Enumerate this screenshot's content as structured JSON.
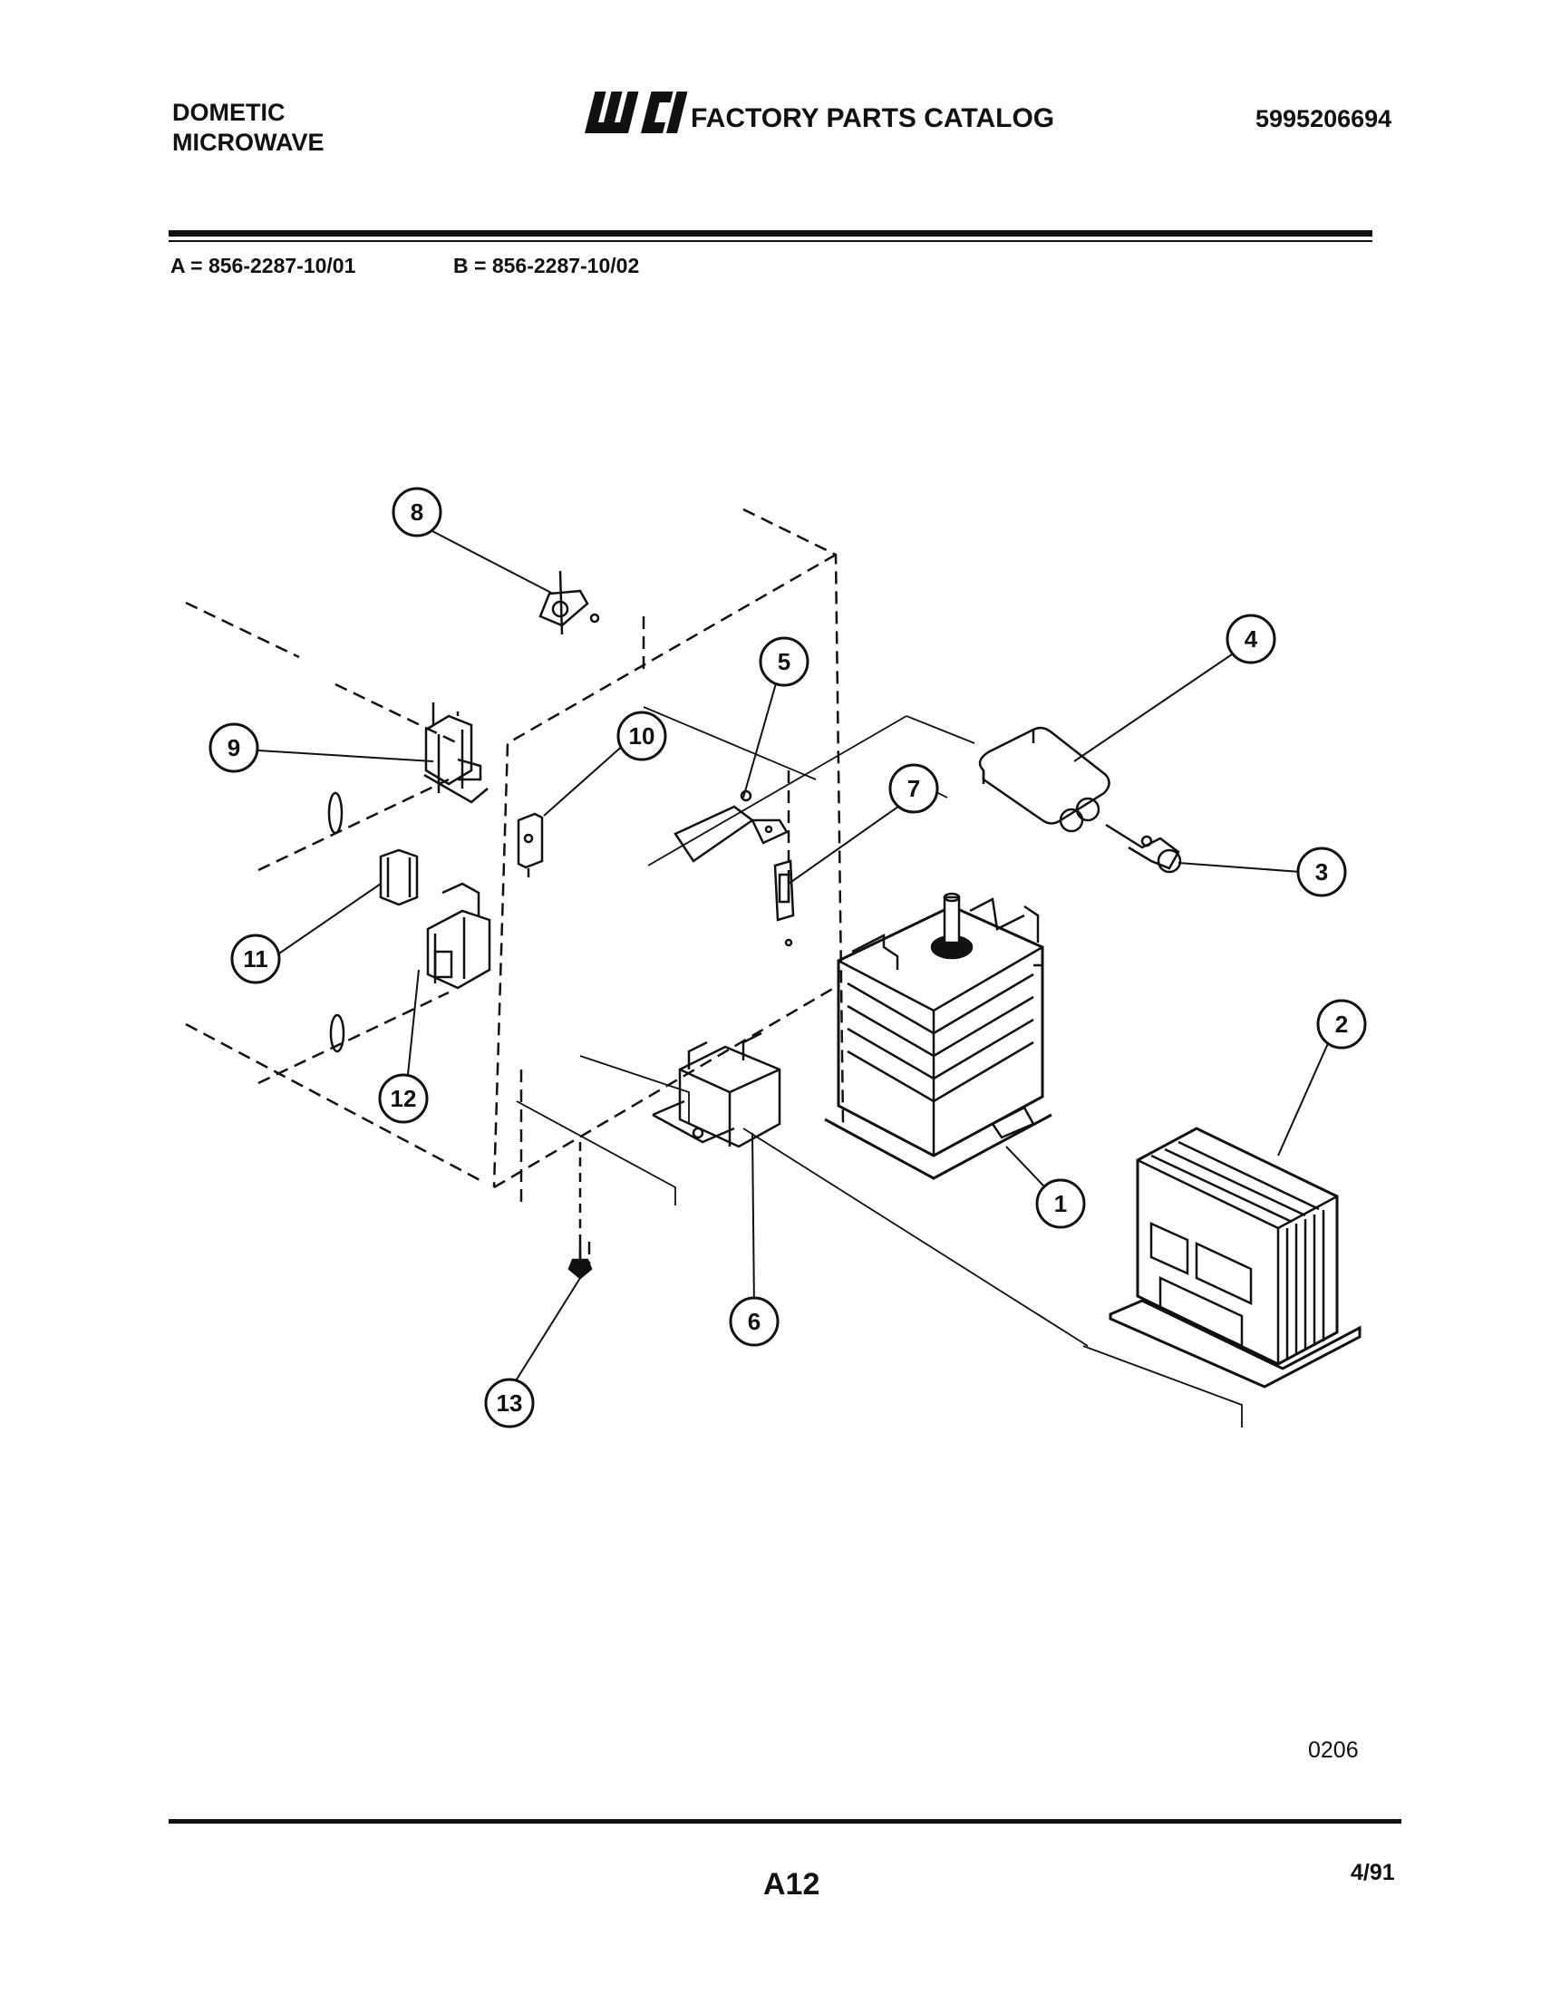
{
  "header": {
    "brand_line1": "DOMETIC",
    "brand_line2": "MICROWAVE",
    "logo_text": "WCI",
    "catalog_title": "FACTORY PARTS CATALOG",
    "catalog_number": "5995206694"
  },
  "models": {
    "a": "A = 856-2287-10/01",
    "b": "B = 856-2287-10/02"
  },
  "callouts": [
    "1",
    "2",
    "3",
    "4",
    "5",
    "6",
    "7",
    "8",
    "9",
    "10",
    "11",
    "12",
    "13"
  ],
  "footer": {
    "drawing_code": "0206",
    "page": "A12",
    "date": "4/91"
  }
}
